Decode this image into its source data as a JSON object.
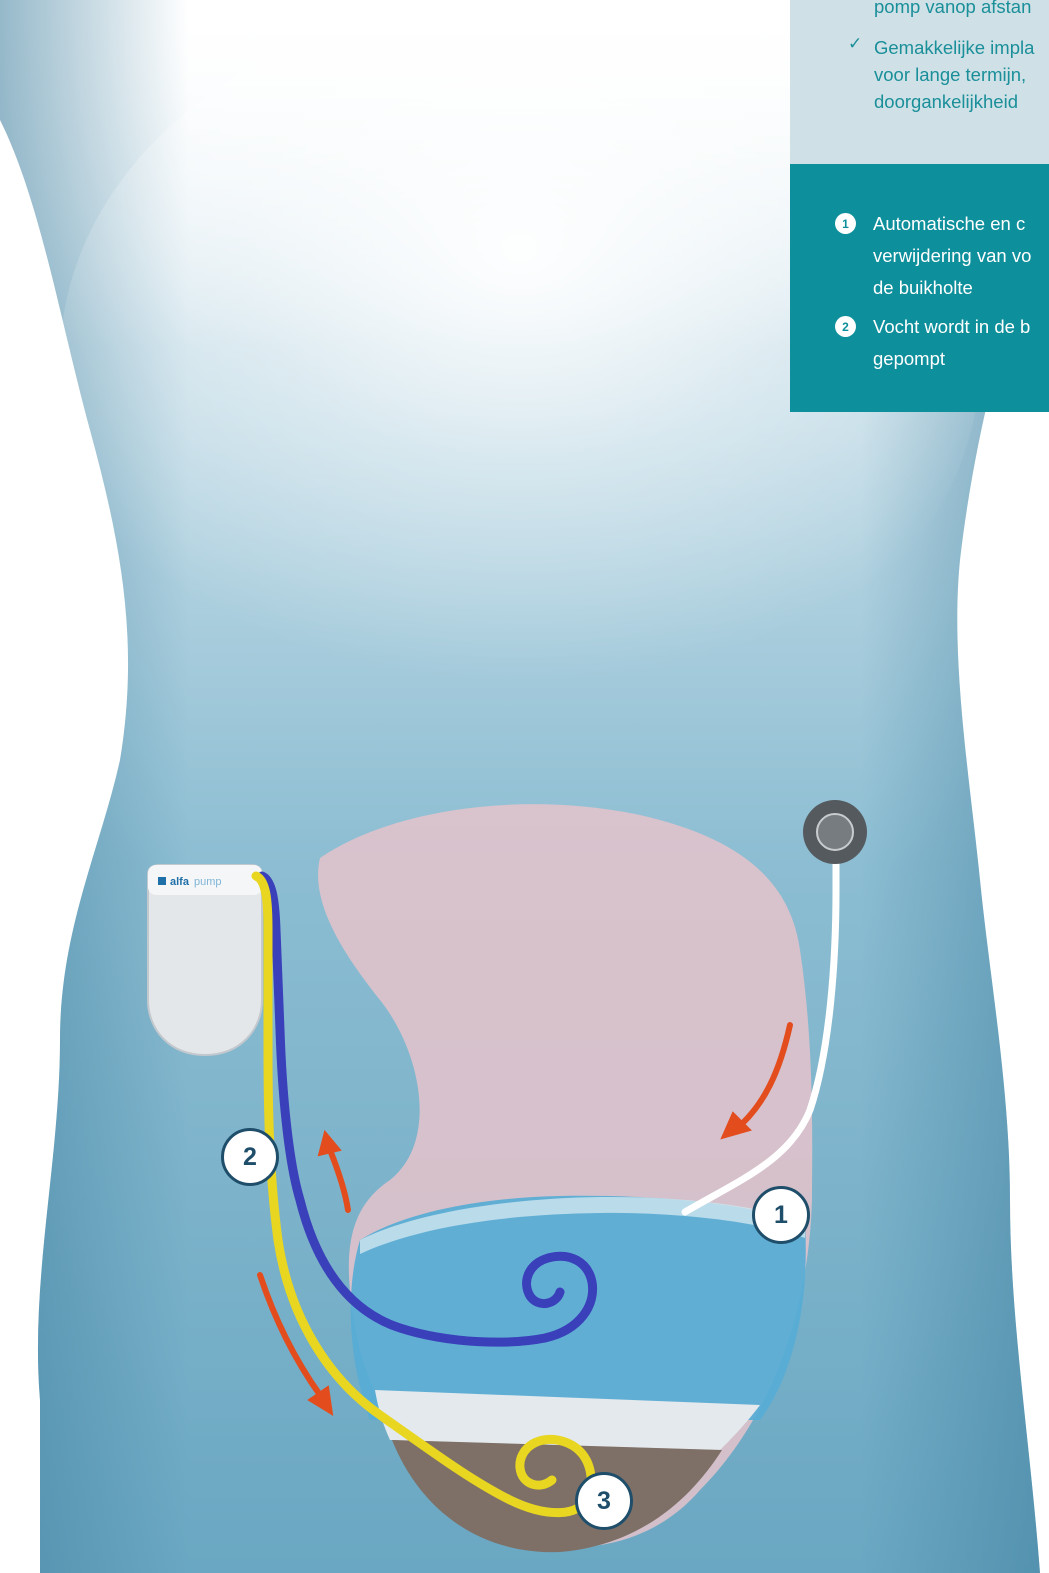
{
  "features": [
    {
      "text": "pomp vanop afstan"
    },
    {
      "text": "Gemakkelijke impla\nvoor lange termijn,\ndoorgankelijkheid"
    }
  ],
  "steps": [
    {
      "number": "1",
      "text": "Automatische en c\nverwijdering van vo\nde buikholte"
    },
    {
      "number": "2",
      "text": "Vocht wordt in de b\ngepompt"
    }
  ],
  "labels": {
    "one": "1",
    "two": "2",
    "three": "3"
  },
  "device": {
    "brand": "alfa",
    "brand_suffix": "pump"
  },
  "colors": {
    "teal_panel": "#0e8f9c",
    "light_panel": "#cfe1e6",
    "check": "#1a8f9a",
    "body": "#79b1c8",
    "bladder_fluid": "#57acd6",
    "abdomen": "#e5c3cb",
    "urine": "#7e7067",
    "catheter_blue": "#3a3fba",
    "catheter_yellow": "#e8d620",
    "arrow": "#e34d1e",
    "badge_border": "#1f4e6b"
  }
}
